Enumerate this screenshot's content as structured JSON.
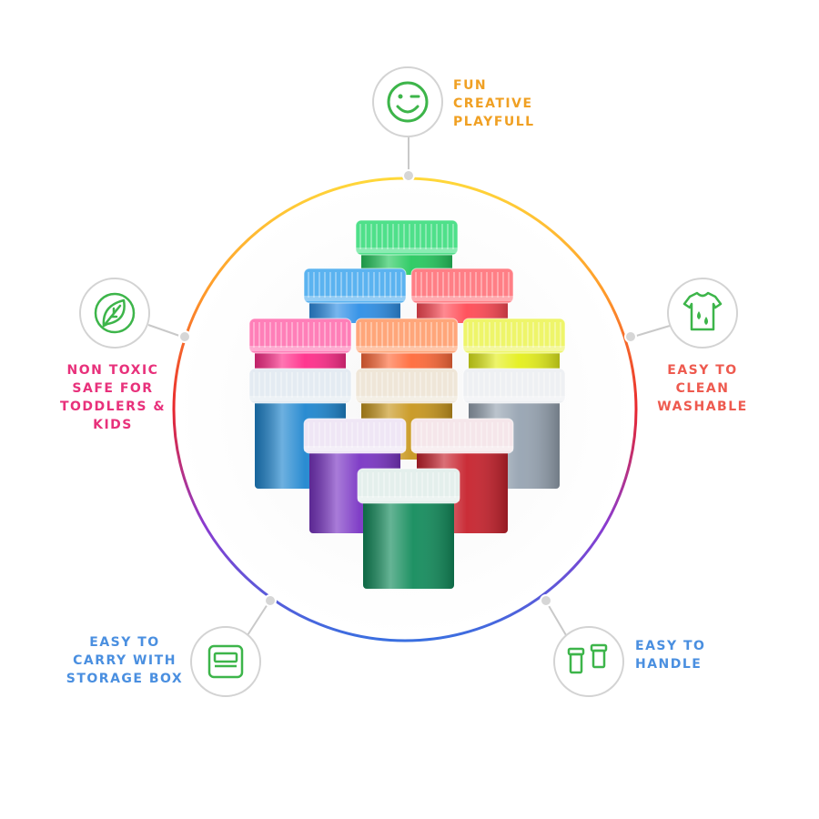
{
  "features": [
    {
      "id": "fun",
      "icon": "smiley-wink-icon",
      "color": "#f0a023",
      "lines": [
        "FUN",
        "CREATIVE",
        "PLAYFULL"
      ]
    },
    {
      "id": "nontoxic",
      "icon": "leaf-icon",
      "color": "#e8317b",
      "lines": [
        "NON TOXIC",
        "SAFE FOR",
        "TODDLERS &",
        "KIDS"
      ]
    },
    {
      "id": "clean",
      "icon": "tshirt-droplet-icon",
      "color": "#ee5a4f",
      "lines": [
        "EASY TO",
        "CLEAN",
        "WASHABLE"
      ]
    },
    {
      "id": "carry",
      "icon": "storage-box-icon",
      "color": "#4a8fe0",
      "lines": [
        "EASY TO",
        "CARRY WITH",
        "STORAGE BOX"
      ]
    },
    {
      "id": "handle",
      "icon": "paint-jars-icon",
      "color": "#4a8fe0",
      "lines": [
        "EASY TO",
        "HANDLE"
      ]
    }
  ],
  "ring_colors": [
    "#ffd83a",
    "#ff9a2a",
    "#e8262e",
    "#8a3bd0",
    "#3a6fe0"
  ],
  "icon_color": "#3db54a",
  "jars": [
    {
      "name": "mint-green-jar",
      "lid": "#4fe08a",
      "body": "#27c95f"
    },
    {
      "name": "light-blue-jar",
      "lid": "#5bb3f0",
      "body": "#2e8fe6"
    },
    {
      "name": "coral-jar",
      "lid": "#ff7f86",
      "body": "#ff4a55"
    },
    {
      "name": "hot-pink-jar",
      "lid": "#ff7fb8",
      "body": "#ff2d8a"
    },
    {
      "name": "neon-orange-jar",
      "lid": "#ffa67a",
      "body": "#ff6a3a"
    },
    {
      "name": "neon-yellow-jar",
      "lid": "#eef56a",
      "body": "#e4ef1c"
    },
    {
      "name": "metallic-blue-jar",
      "lid": "#e4ebf2",
      "body": "#1f86cf"
    },
    {
      "name": "metallic-gold-jar",
      "lid": "#efe6d8",
      "body": "#c8971e"
    },
    {
      "name": "metallic-silver-jar",
      "lid": "#eef0f3",
      "body": "#97a4b2"
    },
    {
      "name": "metallic-purple-jar",
      "lid": "#efe6f5",
      "body": "#7a35c4"
    },
    {
      "name": "metallic-red-jar",
      "lid": "#f5e6ea",
      "body": "#c7222d"
    },
    {
      "name": "metallic-green-jar",
      "lid": "#e4efec",
      "body": "#138c5c"
    }
  ]
}
